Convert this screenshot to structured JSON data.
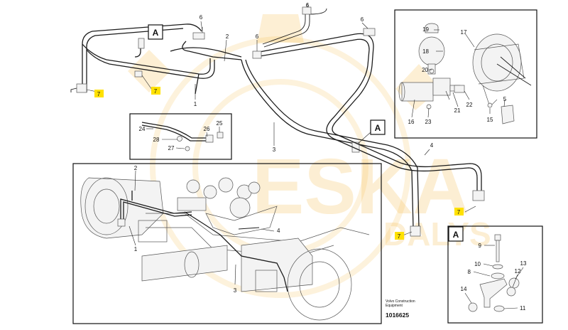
{
  "labels": {
    "l6a": "6",
    "l6b": "6",
    "l6c": "6",
    "l6d": "6",
    "l2a": "2",
    "l2b": "2",
    "l1a": "1",
    "l1b": "1",
    "l3a": "3",
    "l3b": "3",
    "l4a": "4",
    "l4b": "4",
    "l7a": "7",
    "l7b": "7",
    "l7c": "7",
    "l7d": "7",
    "l19": "19",
    "l18": "18",
    "l17": "17",
    "l20": "20",
    "l16": "16",
    "l23": "23",
    "l21": "21",
    "l22": "22",
    "l15": "15",
    "l5": "5",
    "l24": "24",
    "l25": "25",
    "l26": "26",
    "l28": "28",
    "l27": "27",
    "l9": "9",
    "l10": "10",
    "l8": "8",
    "l13": "13",
    "l12": "12",
    "l14": "14",
    "l11": "11"
  },
  "callouts": {
    "a1": "A",
    "a2": "A",
    "a3": "A"
  },
  "caption": {
    "line1": "Volvo Construction",
    "line2": "Equipment",
    "number": "1016625"
  },
  "watermark": {
    "big": "ESKA",
    "small": "DALYS"
  },
  "colors": {
    "highlight": "#ffe100",
    "watermark": "#f6b73c",
    "line": "#1c1c1c"
  }
}
